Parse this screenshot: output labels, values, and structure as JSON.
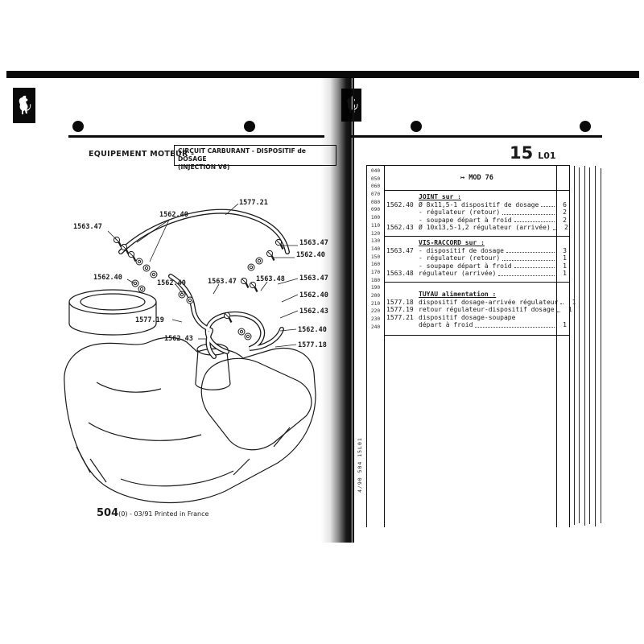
{
  "colors": {
    "ink": "#1a1a1a",
    "paper": "#ffffff"
  },
  "header": {
    "section_label": "EQUIPEMENT MOTEUR -",
    "subject_line1": "CIRCUIT CARBURANT - DISPOSITIF de DOSAGE",
    "subject_line2": "(INJECTION V6)",
    "page_number": "15",
    "page_code": "L01"
  },
  "footer": {
    "doc_number": "504",
    "doc_note": "(0) - 03/91 Printed in France",
    "spine_text": "4/90 504 15L01"
  },
  "diagram": {
    "callouts": [
      {
        "text": "1577.21"
      },
      {
        "text": "1562.40"
      },
      {
        "text": "1563.47"
      },
      {
        "text": "1563.47"
      },
      {
        "text": "1562.40"
      },
      {
        "text": "1562.40"
      },
      {
        "text": "1562.40"
      },
      {
        "text": "1563.47"
      },
      {
        "text": "1563.48"
      },
      {
        "text": "1563.47"
      },
      {
        "text": "1562.40"
      },
      {
        "text": "1562.43"
      },
      {
        "text": "1577.19"
      },
      {
        "text": "1562.43"
      },
      {
        "text": "1562.40"
      },
      {
        "text": "1577.18"
      }
    ]
  },
  "table": {
    "mod_arrow": "↦",
    "mod_label": "MOD 76",
    "row_numbers": [
      "040",
      "050",
      "060",
      "070",
      "080",
      "090",
      "100",
      "110",
      "120",
      "130",
      "140",
      "150",
      "160",
      "170",
      "180",
      "190",
      "200",
      "210",
      "220",
      "230",
      "240"
    ],
    "groups": [
      {
        "title": "JOINT sur :",
        "rows": [
          {
            "ref": "1562.40",
            "desc": "Ø 8x11,5-1 dispositif de dosage",
            "qty": "6"
          },
          {
            "ref": "",
            "desc": "- régulateur (retour)",
            "qty": "2"
          },
          {
            "ref": "",
            "desc": "- soupape départ à froid",
            "qty": "2"
          },
          {
            "ref": "1562.43",
            "desc": "Ø 10x13,5-1,2 régulateur (arrivée)",
            "qty": "2"
          }
        ]
      },
      {
        "title": "VIS-RACCORD sur :",
        "rows": [
          {
            "ref": "1563.47",
            "desc": "- dispositif de dosage",
            "qty": "3"
          },
          {
            "ref": "",
            "desc": "- régulateur (retour)",
            "qty": "1"
          },
          {
            "ref": "",
            "desc": "- soupape départ à froid",
            "qty": "1"
          },
          {
            "ref": "1563.48",
            "desc": "régulateur (arrivée)",
            "qty": "1"
          }
        ]
      },
      {
        "title": "TUYAU alimentation :",
        "rows": [
          {
            "ref": "1577.18",
            "desc": "dispositif dosage-arrivée régulateur",
            "qty": "1"
          },
          {
            "ref": "1577.19",
            "desc": "retour régulateur-dispositif dosage",
            "qty": "1"
          },
          {
            "ref": "1577.21",
            "desc": "dispositif dosage-soupape",
            "qty": ""
          },
          {
            "ref": "",
            "desc": "départ à froid",
            "qty": "1"
          }
        ]
      }
    ]
  }
}
